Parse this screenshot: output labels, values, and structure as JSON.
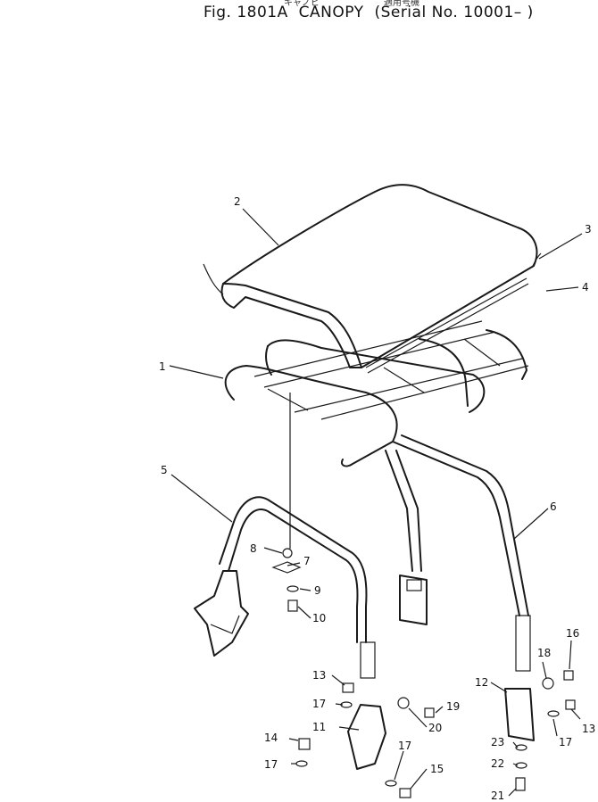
{
  "header": {
    "jp_left": "キャノピ",
    "jp_right": "適用号機",
    "fig_label": "Fig. 1801A",
    "title": "CANOPY",
    "serial": "(Serial No. 10001– )"
  },
  "callouts": [
    "1",
    "2",
    "3",
    "4",
    "5",
    "6",
    "7",
    "8",
    "9",
    "10",
    "11",
    "12",
    "13",
    "13",
    "14",
    "15",
    "16",
    "17",
    "17",
    "17",
    "17",
    "18",
    "19",
    "20",
    "21",
    "22",
    "23"
  ]
}
